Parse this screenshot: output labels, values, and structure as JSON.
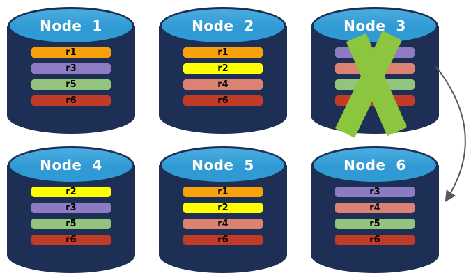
{
  "diagram": {
    "background": "#FFFFFF",
    "description": "Six database nodes with replicated records; Node 3 failed and fails over to Node 6"
  },
  "colors": {
    "cylinder_body": "#1E2F55",
    "cylinder_top": "#2F9AD3",
    "title_text": "#FFFFFF",
    "bar_text": "#000000"
  },
  "record_colors": {
    "r1": "#F9A10B",
    "r2": "#FFFF00",
    "r3": "#8E7CC3",
    "r4": "#DB8273",
    "r5": "#93C47D",
    "r6": "#C13B28"
  },
  "nodes": [
    {
      "title": "Node  1",
      "records": [
        "r1",
        "r3",
        "r5",
        "r6"
      ],
      "failed": false
    },
    {
      "title": "Node  2",
      "records": [
        "r1",
        "r2",
        "r4",
        "r6"
      ],
      "failed": false
    },
    {
      "title": "Node  3",
      "records": [
        "r3",
        "r4",
        "r5",
        "r6"
      ],
      "failed": true
    },
    {
      "title": "Node  4",
      "records": [
        "r2",
        "r3",
        "r5",
        "r6"
      ],
      "failed": false
    },
    {
      "title": "Node  5",
      "records": [
        "r1",
        "r2",
        "r4",
        "r6"
      ],
      "failed": false
    },
    {
      "title": "Node  6",
      "records": [
        "r3",
        "r4",
        "r5",
        "r6"
      ],
      "failed": false
    }
  ],
  "annotations": {
    "failure_x": {
      "icon": "x-cross-icon",
      "color": "#8CC63F",
      "target": "Node 3"
    },
    "failover_arrow": {
      "icon": "curved-arrow-icon",
      "color": "#595959",
      "from": "Node 3",
      "to": "Node 6"
    }
  }
}
